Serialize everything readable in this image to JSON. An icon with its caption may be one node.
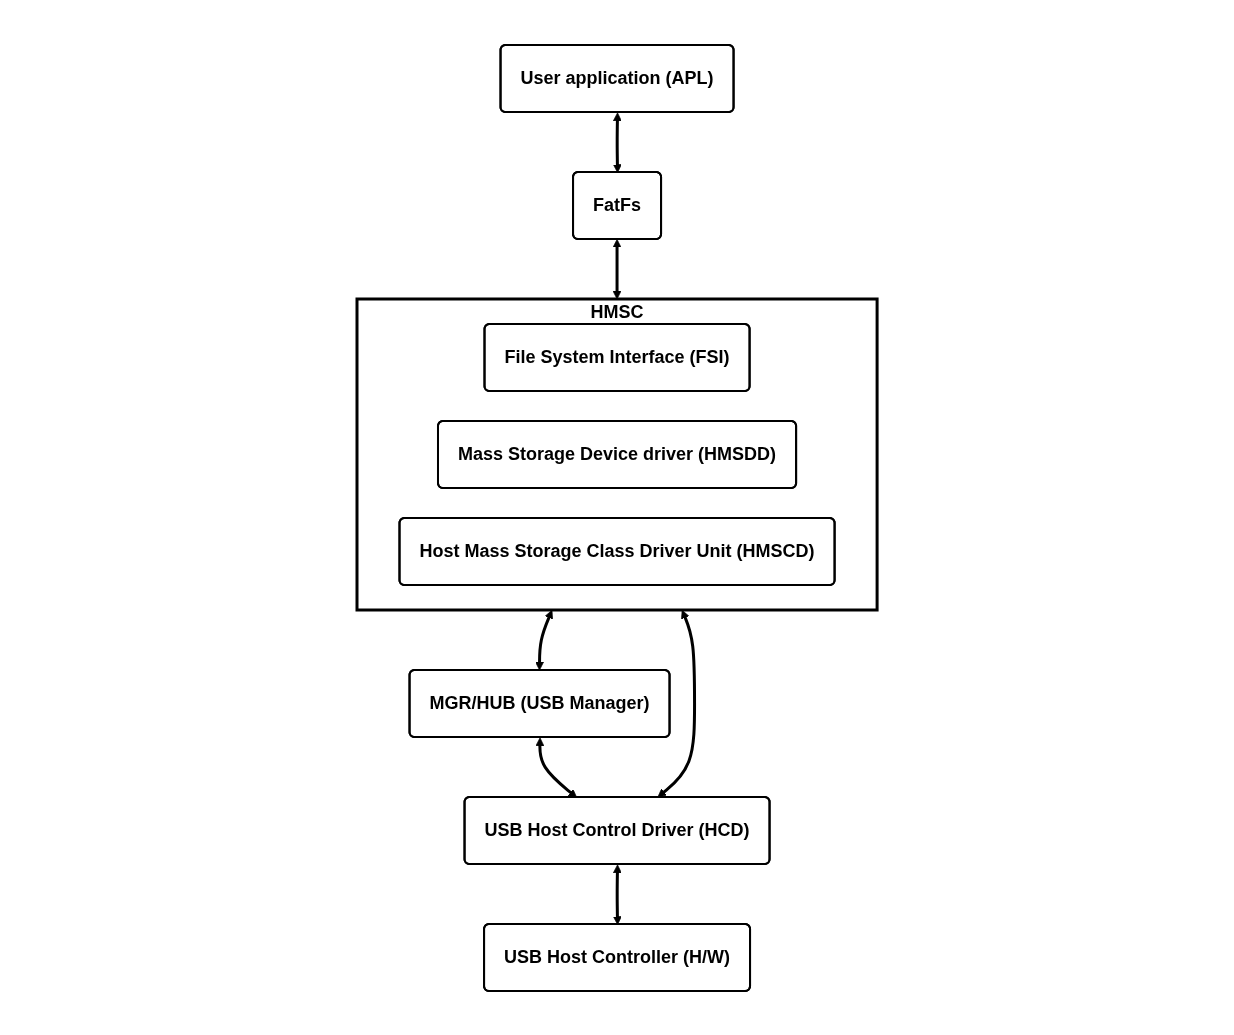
{
  "diagram": {
    "nodes": [
      {
        "text": [
          "User application (APL)"
        ]
      },
      {
        "text": [
          "FatFs"
        ]
      },
      {
        "text": [
          "HMSC"
        ]
      },
      {
        "text": [
          "File System Interface (FSI)"
        ],
        "in": 2
      },
      {
        "text": [
          "Mass Storage Device driver (HMSDD)"
        ],
        "in": 2
      },
      {
        "text": [
          "Host Mass Storage Class Driver Unit (HMSCD)"
        ],
        "in": 2
      },
      {
        "text": [
          "MGR/HUB (USB Manager)"
        ]
      },
      {
        "text": [
          "USB Host Control Driver  (HCD)"
        ]
      },
      {
        "text": [
          "USB Host Controller (H/W)"
        ]
      }
    ],
    "edges": [
      {
        "from": 0,
        "to": 1,
        "arrow": "both"
      },
      {
        "from": 1,
        "to": 2,
        "arrow": "both"
      },
      {
        "from": 2,
        "to": 6,
        "arrow": "both"
      },
      {
        "from": 2,
        "to": 7,
        "arrow": "both"
      },
      {
        "from": 6,
        "to": 7,
        "arrow": "both"
      },
      {
        "from": 7,
        "to": 8,
        "arrow": "both"
      }
    ]
  }
}
